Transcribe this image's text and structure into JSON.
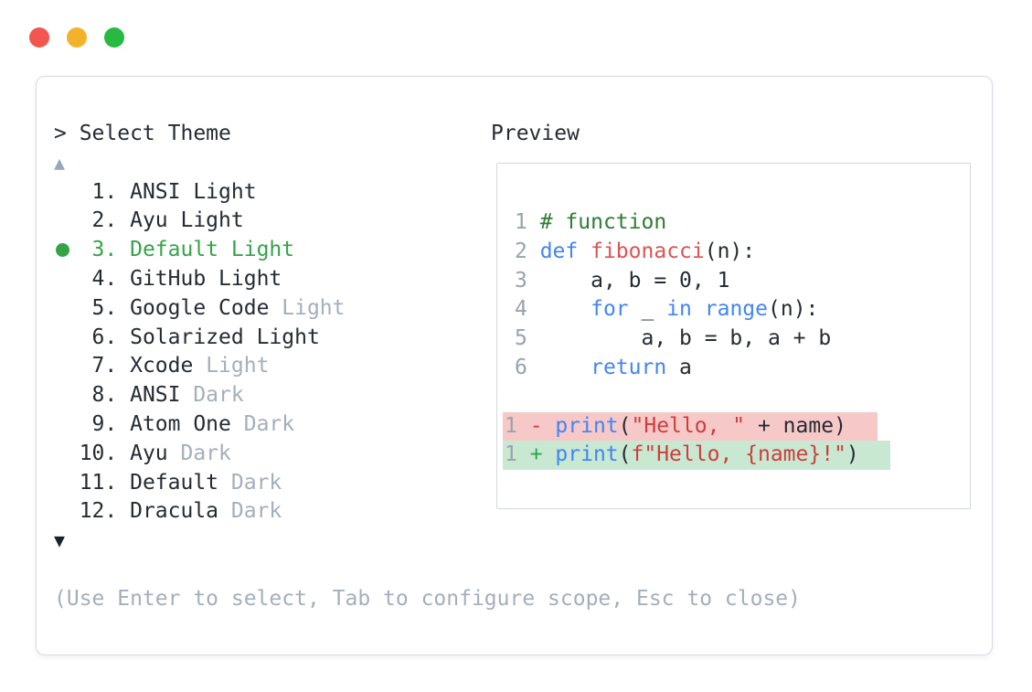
{
  "colors": {
    "accent_green": "#34a347",
    "text": "#262b33",
    "muted": "#a5aebc",
    "scroll_up": "#9aa6ba",
    "scroll_down": "#1d2129",
    "border": "#d7dbe3",
    "border_2": "#d4d8e0",
    "line_number": "#9aa2ae",
    "comment": "#2e7d32",
    "keyword": "#4285f4",
    "func_name": "#e05252",
    "string": "#cf3d3d",
    "diff_removed_bg": "#f7c8c8",
    "diff_added_bg": "#c9e8d2",
    "diff_minus": "#d43f3f",
    "diff_plus": "#2ca44e",
    "dot_red": "#f1564f",
    "dot_yellow": "#f2b32b",
    "dot_green": "#27ba40"
  },
  "theme_selector": {
    "prompt": "> Select Theme",
    "scroll_up_icon": "▲",
    "scroll_down_icon": "▼",
    "items": [
      {
        "number": 1,
        "name": "ANSI Light",
        "muted_suffix": "",
        "selected": false
      },
      {
        "number": 2,
        "name": "Ayu Light",
        "muted_suffix": "",
        "selected": false
      },
      {
        "number": 3,
        "name": "Default Light",
        "muted_suffix": "",
        "selected": true
      },
      {
        "number": 4,
        "name": "GitHub Light",
        "muted_suffix": "",
        "selected": false
      },
      {
        "number": 5,
        "name": "Google Code",
        "muted_suffix": "Light",
        "selected": false
      },
      {
        "number": 6,
        "name": "Solarized Light",
        "muted_suffix": "",
        "selected": false
      },
      {
        "number": 7,
        "name": "Xcode",
        "muted_suffix": "Light",
        "selected": false
      },
      {
        "number": 8,
        "name": "ANSI",
        "muted_suffix": "Dark",
        "selected": false
      },
      {
        "number": 9,
        "name": "Atom One",
        "muted_suffix": "Dark",
        "selected": false
      },
      {
        "number": 10,
        "name": "Ayu",
        "muted_suffix": "Dark",
        "selected": false
      },
      {
        "number": 11,
        "name": "Default",
        "muted_suffix": "Dark",
        "selected": false
      },
      {
        "number": 12,
        "name": "Dracula",
        "muted_suffix": "Dark",
        "selected": false
      }
    ],
    "hint": "(Use Enter to select, Tab to configure scope, Esc to close)"
  },
  "preview": {
    "title": "Preview",
    "code_lines": [
      {
        "num": "1",
        "tokens": [
          [
            "# function",
            "comment"
          ]
        ]
      },
      {
        "num": "2",
        "tokens": [
          [
            "def",
            "keyword"
          ],
          [
            " ",
            "plain"
          ],
          [
            "fibonacci",
            "func"
          ],
          [
            "(n):",
            "plain"
          ]
        ]
      },
      {
        "num": "3",
        "tokens": [
          [
            "    a, b = 0, 1",
            "plain"
          ]
        ]
      },
      {
        "num": "4",
        "tokens": [
          [
            "    ",
            "plain"
          ],
          [
            "for",
            "keyword"
          ],
          [
            " _ ",
            "plain"
          ],
          [
            "in",
            "keyword"
          ],
          [
            " ",
            "plain"
          ],
          [
            "range",
            "keyword"
          ],
          [
            "(n):",
            "plain"
          ]
        ]
      },
      {
        "num": "5",
        "tokens": [
          [
            "        a, b = b, a + b",
            "plain"
          ]
        ]
      },
      {
        "num": "6",
        "tokens": [
          [
            "    ",
            "plain"
          ],
          [
            "return",
            "keyword"
          ],
          [
            " a",
            "plain"
          ]
        ]
      }
    ],
    "diff_lines": [
      {
        "num": "1",
        "kind": "removed",
        "tokens": [
          [
            "- ",
            "minus"
          ],
          [
            "print",
            "keyword"
          ],
          [
            "(",
            "plain"
          ],
          [
            "\"Hello, \"",
            "string"
          ],
          [
            " + name)",
            "plain"
          ]
        ]
      },
      {
        "num": "1",
        "kind": "added",
        "tokens": [
          [
            "+ ",
            "plus"
          ],
          [
            "print",
            "keyword"
          ],
          [
            "(",
            "plain"
          ],
          [
            "f\"Hello, {name}!\"",
            "string"
          ],
          [
            ")",
            "plain"
          ]
        ]
      }
    ]
  }
}
